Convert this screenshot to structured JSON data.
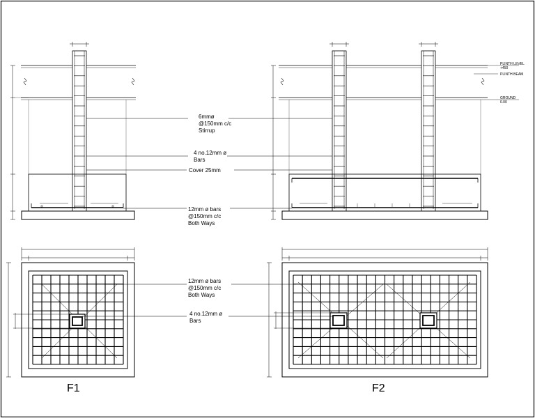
{
  "labels": {
    "stirrup": [
      "6mmø",
      "@150mm c/c",
      "Stirrup"
    ],
    "bars_top": [
      "4 no.12mm ø",
      "Bars"
    ],
    "cover": "Cover 25mm",
    "mesh_top": [
      "12mm ø bars",
      "@150mm c/c",
      "Both Ways"
    ],
    "mesh_plan": [
      "12mm ø bars",
      "@150mm c/c",
      "Both Ways"
    ],
    "bars_plan": [
      "4 no.12mm ø",
      "Bars"
    ],
    "plinth_level": [
      "PLINTH LEVEL",
      "+450"
    ],
    "plinth_beam": "PLINTH BEAM",
    "ground": [
      "GROUND",
      "0.00"
    ],
    "f1": "F1",
    "f2": "F2"
  }
}
